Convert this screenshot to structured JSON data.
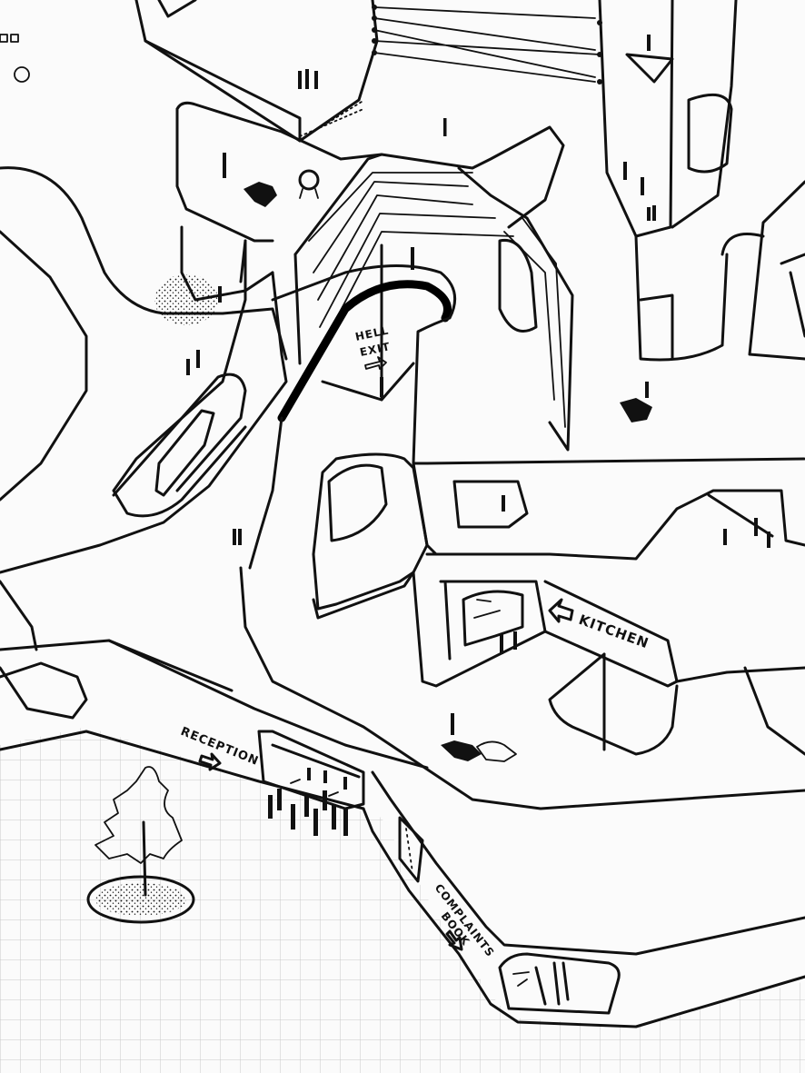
{
  "signs": {
    "hell_exit_line1": "HELL",
    "hell_exit_line2": "EXIT",
    "kitchen": "KITCHEN",
    "reception": "RECEPTION",
    "complaints_line1": "COMPLAINTS",
    "complaints_line2": "BOOK"
  },
  "colors": {
    "ink": "#111111",
    "paper": "#fbfbfb",
    "grid": "#c9c9c9"
  }
}
